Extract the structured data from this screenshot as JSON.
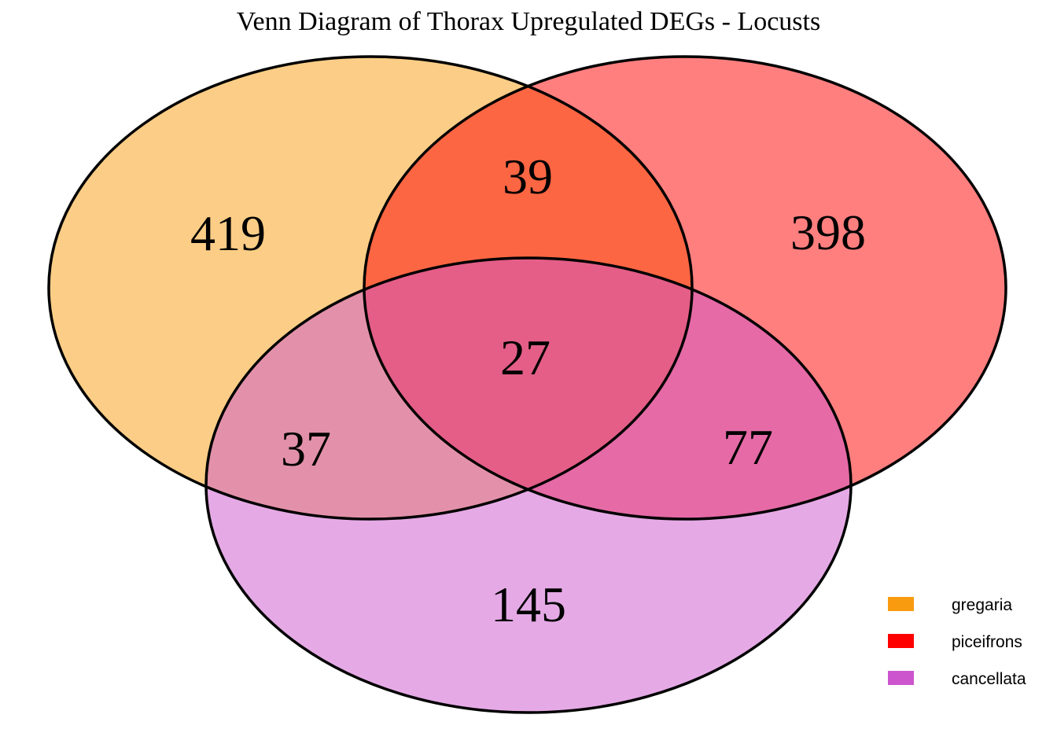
{
  "title": "Venn Diagram of Thorax Upregulated DEGs - Locusts",
  "chart_data": {
    "type": "venn",
    "title": "Venn Diagram of Thorax Upregulated DEGs - Locusts",
    "outline_color": "#000000",
    "fill_opacity": 0.5,
    "sets": [
      {
        "name": "gregaria",
        "color": "#F89B0E"
      },
      {
        "name": "piceifrons",
        "color": "#FF0000"
      },
      {
        "name": "cancellata",
        "color": "#CC55CE"
      }
    ],
    "regions": {
      "gregaria_only": 419,
      "piceifrons_only": 398,
      "cancellata_only": 145,
      "gregaria_piceifrons": 39,
      "gregaria_cancellata": 37,
      "piceifrons_cancellata": 77,
      "all_three": 27
    },
    "legend_position": "bottom-right"
  },
  "legend": {
    "items": [
      {
        "label": "gregaria",
        "color": "#F89B0E"
      },
      {
        "label": "piceifrons",
        "color": "#FF0000"
      },
      {
        "label": "cancellata",
        "color": "#CC55CE"
      }
    ]
  }
}
